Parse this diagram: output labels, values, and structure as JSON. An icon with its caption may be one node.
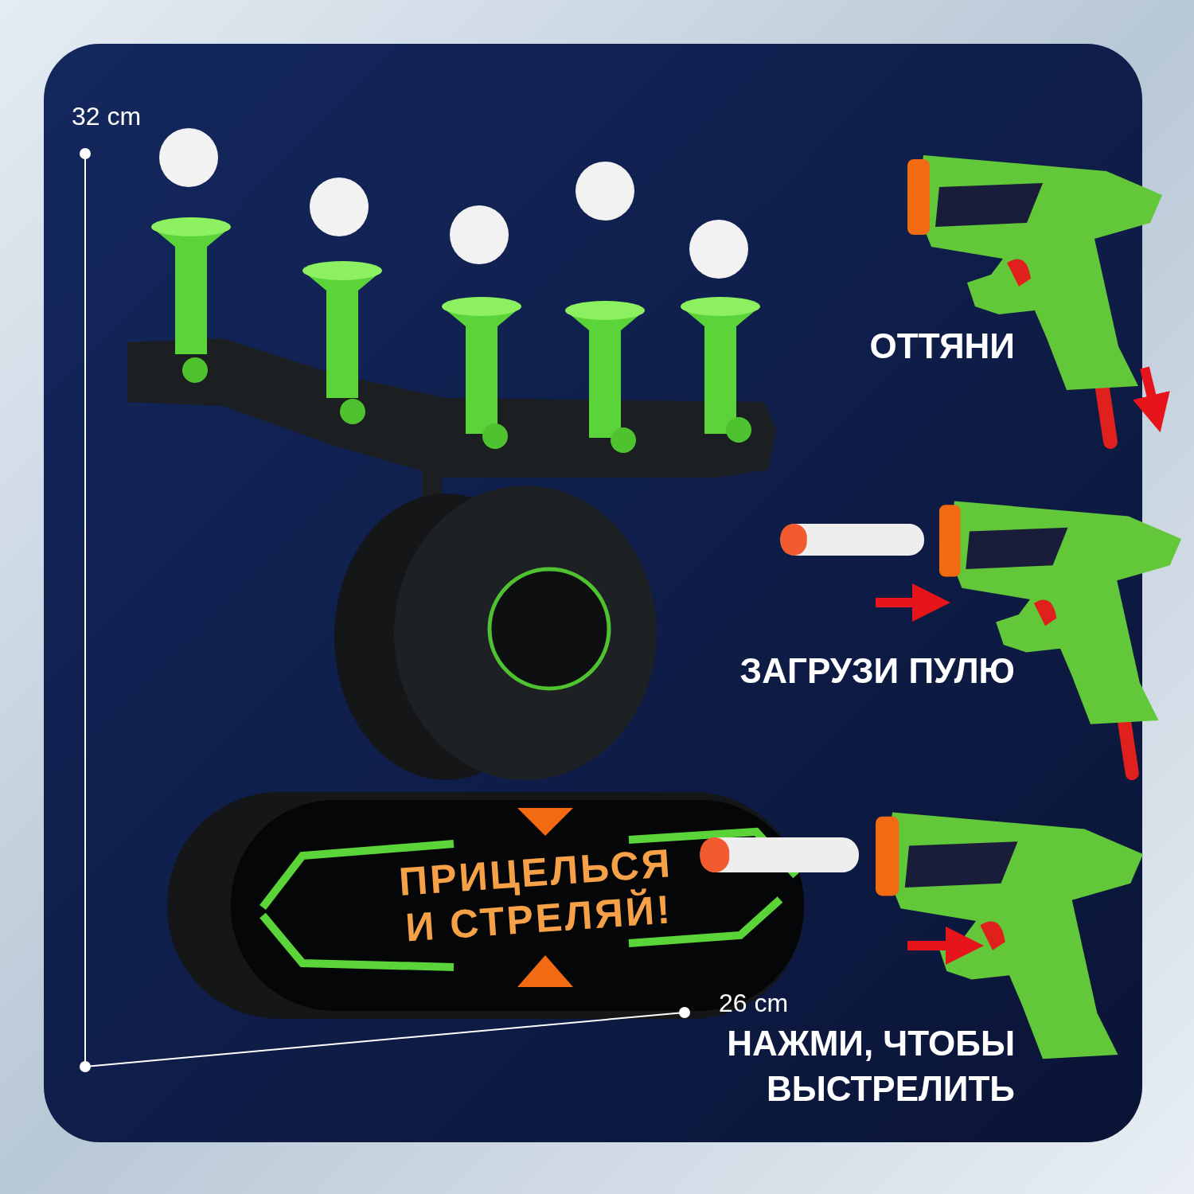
{
  "diagram": {
    "labels": [
      "32 cm",
      "ОТТЯНИ",
      "ЗАГРУЗИ ПУЛЮ",
      "ПРИЦЕЛЬСЯ И СТРЕЛЯЙ!",
      "26 cm",
      "НАЖМИ, ЧТОБЫ ВЫСТРЕЛИТЬ"
    ]
  }
}
